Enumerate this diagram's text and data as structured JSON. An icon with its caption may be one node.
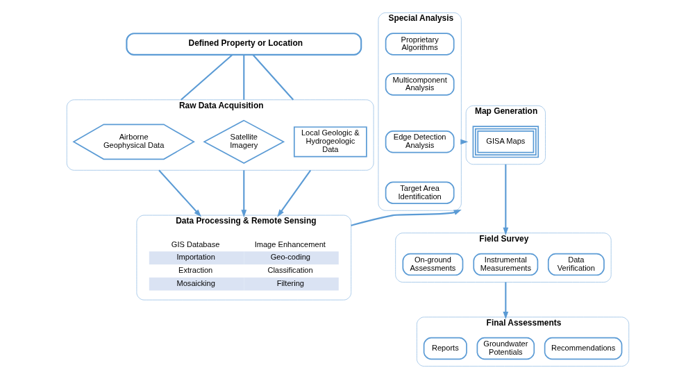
{
  "diagram": {
    "nodes": [
      {
        "text": [
          "Defined Property or Location"
        ]
      },
      {
        "text": [
          "Raw Data Acquisition"
        ]
      },
      {
        "text": [
          "Airborne Geophysical Data"
        ],
        "in": 1
      },
      {
        "text": [
          "Satellite Imagery"
        ],
        "in": 1
      },
      {
        "text": [
          "Local Geologic & Hydrogeologic Data"
        ],
        "in": 1
      },
      {
        "text": [
          "Data Processing & Remote Sensing"
        ]
      },
      {
        "text": [
          "Special Analysis"
        ]
      },
      {
        "text": [
          "Proprietary Algorithms"
        ],
        "in": 6
      },
      {
        "text": [
          "Multicomponent Analysis"
        ],
        "in": 6
      },
      {
        "text": [
          "Edge Detection Analysis"
        ],
        "in": 6
      },
      {
        "text": [
          "Target Area Identification"
        ],
        "in": 6
      },
      {
        "text": [
          "Map Generation"
        ]
      },
      {
        "text": [
          "GISA Maps"
        ],
        "in": 11
      },
      {
        "text": [
          "Field Survey"
        ]
      },
      {
        "text": [
          "On-ground Assessments"
        ],
        "in": 13
      },
      {
        "text": [
          "Instrumental Measurements"
        ],
        "in": 13
      },
      {
        "text": [
          "Data Verification"
        ],
        "in": 13
      },
      {
        "text": [
          "Final Assessments"
        ]
      },
      {
        "text": [
          "Reports"
        ],
        "in": 17
      },
      {
        "text": [
          "Groundwater Potentials"
        ],
        "in": 17
      },
      {
        "text": [
          "Recommendations"
        ],
        "in": 17
      }
    ],
    "edges": [
      {
        "from": 0,
        "to": 1,
        "arrow": "none"
      },
      {
        "from": 0,
        "to": 1,
        "arrow": "none"
      },
      {
        "from": 0,
        "to": 1,
        "arrow": "none"
      },
      {
        "from": 1,
        "to": 5,
        "arrow": "to"
      },
      {
        "from": 1,
        "to": 5,
        "arrow": "to"
      },
      {
        "from": 1,
        "to": 5,
        "arrow": "to"
      },
      {
        "from": 5,
        "to": 6,
        "arrow": "to"
      },
      {
        "from": 6,
        "to": 11,
        "arrow": "to"
      },
      {
        "from": 11,
        "to": 13,
        "arrow": "to"
      },
      {
        "from": 13,
        "to": 17,
        "arrow": "to"
      }
    ],
    "labels": [
      "GIS Database",
      "Image Enhancement",
      "Importation",
      "Geo-coding",
      "Extraction",
      "Classification",
      "Mosaicking",
      "Filtering"
    ]
  }
}
